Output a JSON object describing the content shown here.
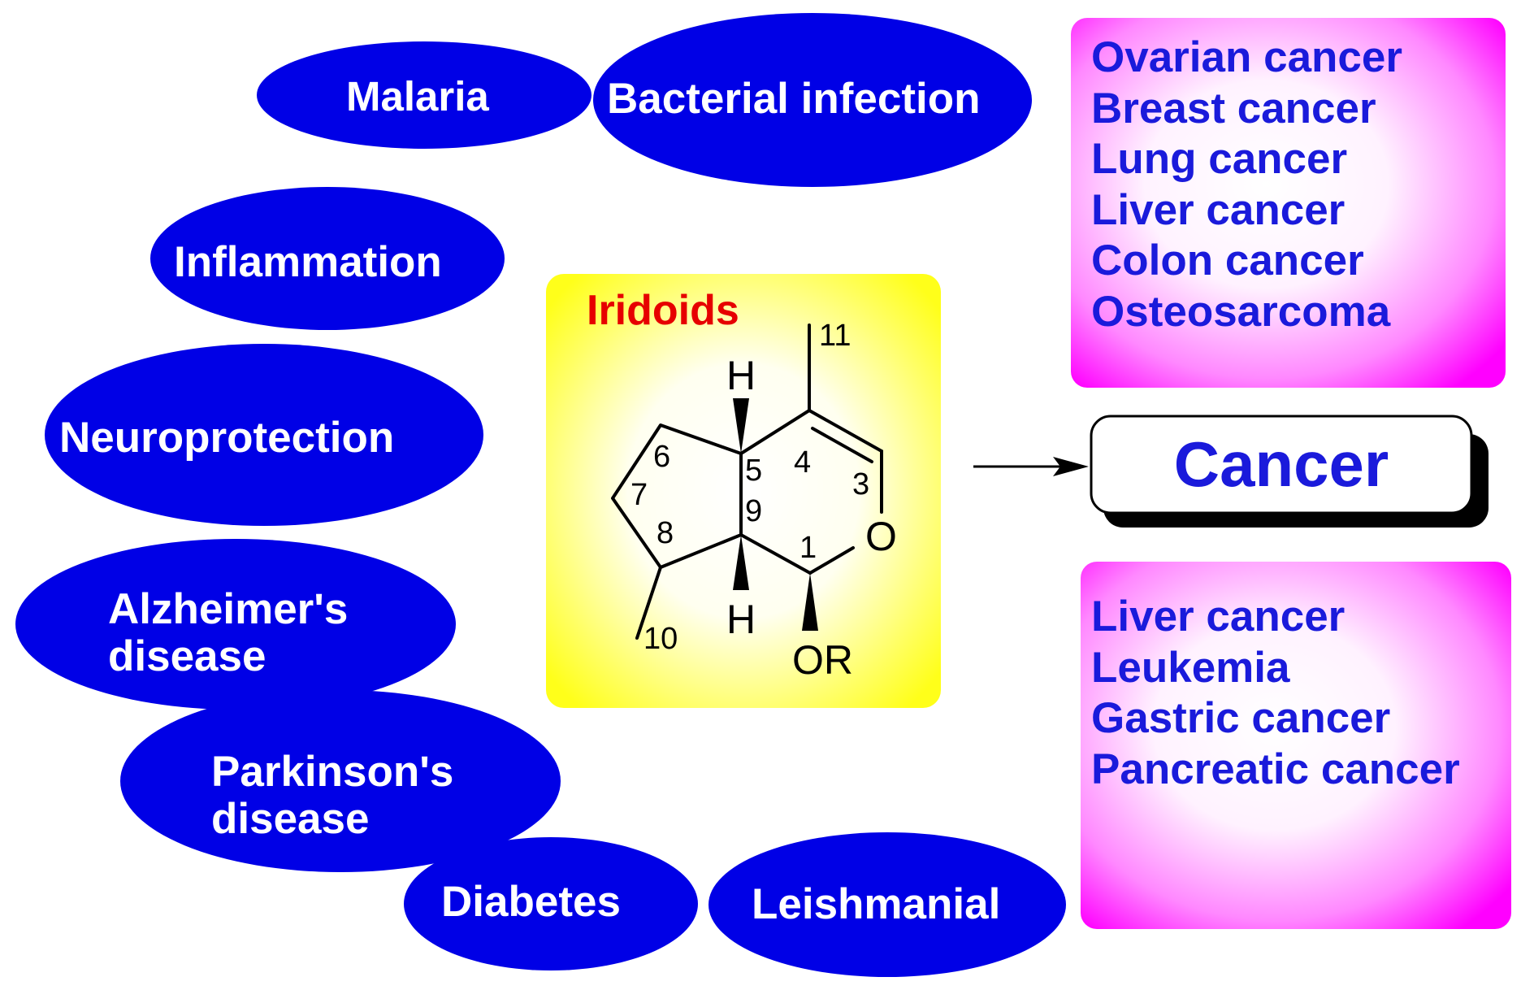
{
  "diseases": [
    {
      "id": "malaria",
      "label": "Malaria"
    },
    {
      "id": "bacterial-infection",
      "label": "Bacterial infection"
    },
    {
      "id": "inflammation",
      "label": "Inflammation"
    },
    {
      "id": "neuroprotection",
      "label": "Neuroprotection"
    },
    {
      "id": "alzheimers",
      "line1": "Alzheimer's",
      "line2": "disease"
    },
    {
      "id": "parkinsons",
      "line1": "Parkinson's",
      "line2": "disease"
    },
    {
      "id": "diabetes",
      "label": "Diabetes"
    },
    {
      "id": "leishmanial",
      "label": "Leishmanial"
    }
  ],
  "center": {
    "title": "Iridoids",
    "atoms": {
      "h_top": "H",
      "h_bottom": "H",
      "oxygen": "O",
      "or_group": "OR"
    },
    "locants": [
      "1",
      "3",
      "4",
      "5",
      "6",
      "7",
      "8",
      "9",
      "10",
      "11"
    ]
  },
  "cancer_box": {
    "label": "Cancer"
  },
  "cancer_lists": [
    {
      "id": "top",
      "items": [
        "Ovarian cancer",
        "Breast cancer",
        "Lung cancer",
        "Liver cancer",
        "Colon cancer",
        "Osteosarcoma"
      ]
    },
    {
      "id": "bottom",
      "items": [
        "Liver cancer",
        "Leukemia",
        "Gastric cancer",
        "Pancreatic cancer"
      ]
    }
  ],
  "colors": {
    "ellipse": "#0000e6",
    "ellipse_text": "#ffffff",
    "cancer_text": "#1a1adb",
    "iridoid_title": "#e60000",
    "yellow_box": "#ffff22",
    "magenta_box": "#ff00ff"
  }
}
